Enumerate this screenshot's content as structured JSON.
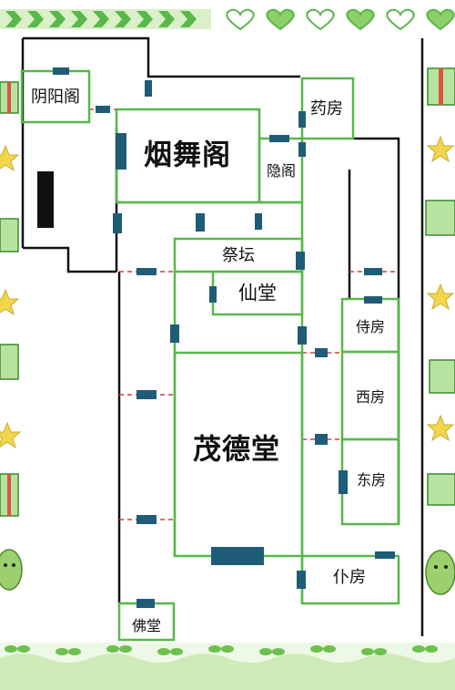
{
  "decor": {
    "accent_green": "#58b84a",
    "light_green": "#a7dc8a",
    "wall_color": "#111111",
    "door_color": "#1f5c78",
    "passage_color": "#d63a3a",
    "icons": [
      "chevron-banner",
      "heart",
      "gift-box",
      "star",
      "bean-character",
      "sprout"
    ]
  },
  "rooms": {
    "yinyang_ge": "阴阳阁",
    "yanwu_ge": "烟舞阁",
    "yao_fang": "药房",
    "yin_ge": "隐阁",
    "ji_tan": "祭坛",
    "xian_tang": "仙堂",
    "shi_fang": "侍房",
    "xi_fang": "西房",
    "dong_fang": "东房",
    "maode_tang": "茂德堂",
    "pu_fang": "仆房",
    "fo_tang": "佛堂"
  }
}
